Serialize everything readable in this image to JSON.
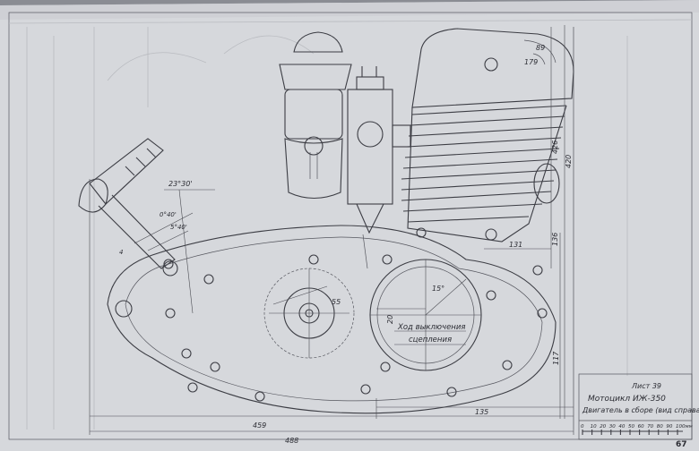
{
  "drawing": {
    "sheet_label": "Лист 39",
    "title_line1": "Мотоцикл ИЖ-350",
    "title_line2": "Двигатель в сборе (вид справа)",
    "page_number": "67",
    "clutch_label_line1": "Ход выключения",
    "clutch_label_line2": "сцепления",
    "scale_labels": [
      "0",
      "10",
      "20",
      "30",
      "40",
      "50",
      "60",
      "70",
      "80",
      "90",
      "100мм"
    ],
    "dims": {
      "d23_30": "23°30'",
      "d0_40": "0°40'",
      "d5_40": "5°40'",
      "d4": "4",
      "d426": "426",
      "d420": "420",
      "d136": "136",
      "d131": "131",
      "d117": "117",
      "d135": "135",
      "d459": "459",
      "d488": "488",
      "d89": "89",
      "d179": "179",
      "d15": "15°",
      "d55": "55",
      "d20": "20"
    }
  },
  "colors": {
    "paper": "#d9dbde",
    "ink": "#3c3d44",
    "shadow": "#8a8c93"
  }
}
